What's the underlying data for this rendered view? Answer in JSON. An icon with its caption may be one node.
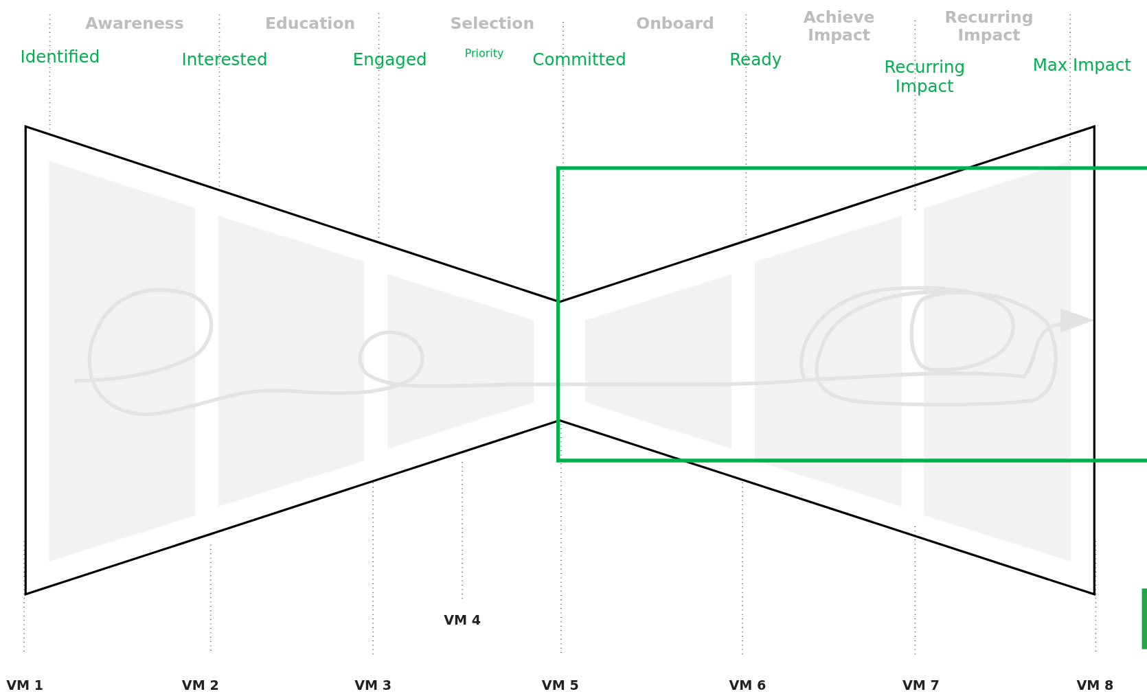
{
  "diagram": {
    "labels": [
      "Awareness",
      "Education",
      "Selection",
      "Onboard",
      "Achieve Impact",
      "Recurring Impact",
      "Identified",
      "Interested",
      "Engaged",
      "Priority",
      "Committed",
      "Ready",
      "Recurring Impact",
      "Max Impact",
      "VM 4",
      "VM 1",
      "VM 2",
      "VM 3",
      "VM 5",
      "VM 6",
      "VM 7",
      "VM 8"
    ]
  }
}
